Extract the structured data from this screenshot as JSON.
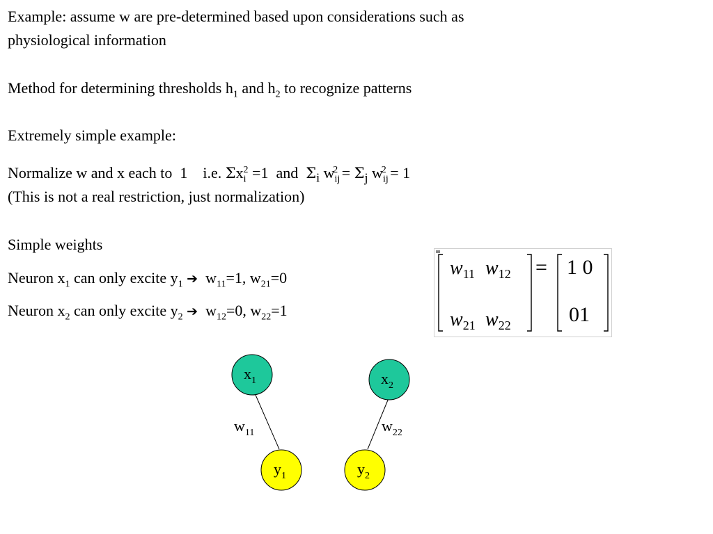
{
  "slide": {
    "intro": {
      "line1": "Example: assume w are pre-determined based upon considerations such as",
      "line2": "physiological information"
    },
    "method": {
      "pre": "Method for determining thresholds h",
      "sub1": "1",
      "mid": " and h",
      "sub2": "2",
      "post": " to recognize patterns"
    },
    "extremely_simple": "Extremely simple example:",
    "normalize": {
      "pre": "Normalize w and x each to  1    i.e. ",
      "sigma": "Σ",
      "x": "x",
      "x_sub": "i",
      "x_sup": "2",
      "eq1": " =1  and  ",
      "sigma_i": "Σ",
      "i": "i",
      "w1": " w",
      "w1_sub": "ij",
      "w1_sup": "2",
      "eq2": " = ",
      "sigma_j": "Σ",
      "j": "j",
      "w2": " w",
      "w2_sub": "ij",
      "w2_sup": "2",
      "eq3": " = 1"
    },
    "not_restriction": "(This is not a real restriction, just normalization)",
    "simple_weights": "Simple weights",
    "neuron1": {
      "pre": "Neuron x",
      "x_sub": "1",
      "mid": " can only excite y",
      "y_sub": "1",
      "arrow": "➔",
      "w_a": "  w",
      "w_a_sub": "11",
      "w_a_val": "=1, w",
      "w_b_sub": "21",
      "w_b_val": "=0"
    },
    "neuron2": {
      "pre": "Neuron x",
      "x_sub": "2",
      "mid": " can only excite y",
      "y_sub": "2",
      "arrow": "➔",
      "w_a": "  w",
      "w_a_sub": "12",
      "w_a_val": "=0, w",
      "w_b_sub": "22",
      "w_b_val": "=1"
    },
    "matrix": {
      "w": "w",
      "w11": "11",
      "w12": "12",
      "w21": "21",
      "w22": "22",
      "equals": "=",
      "r1": "1 0",
      "r2": "01"
    },
    "network": {
      "x1": "x",
      "x1_sub": "1",
      "x2": "x",
      "x2_sub": "2",
      "y1": "y",
      "y1_sub": "1",
      "y2": "y",
      "y2_sub": "2",
      "w11": "w",
      "w11_sub": "11",
      "w22": "w",
      "w22_sub": "22",
      "x_color": "#1ec89b",
      "y_color": "#ffff00"
    }
  }
}
